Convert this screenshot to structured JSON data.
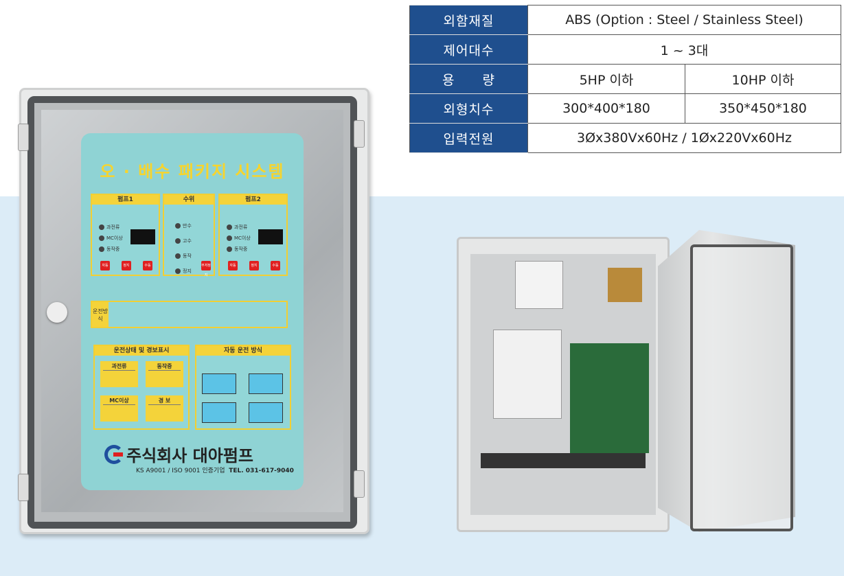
{
  "spec_table": {
    "rows": [
      {
        "label": "외함재질",
        "values": [
          "ABS (Option : Steel / Stainless Steel)"
        ]
      },
      {
        "label": "제어대수",
        "values": [
          "1 ~ 3대"
        ]
      },
      {
        "label": "용　　량",
        "values": [
          "5HP 이하",
          "10HP 이하"
        ]
      },
      {
        "label": "외형치수",
        "values": [
          "300*400*180",
          "350*450*180"
        ]
      },
      {
        "label": "입력전원",
        "values": [
          "3Øx380Vx60Hz / 1Øx220Vx60Hz"
        ]
      }
    ]
  },
  "panel": {
    "title": "오 · 배수 패키지 시스템",
    "pump1": "펌프1",
    "level": "수위",
    "pump2": "펌프2",
    "indicators": [
      "과전류",
      "MC이상",
      "동작중"
    ],
    "levels": [
      "만수",
      "고수",
      "동작",
      "정지"
    ],
    "buttons": [
      "자동",
      "정지",
      "수동"
    ],
    "reset": "부저정지",
    "operation": "운전방식",
    "status_title": "운전상태 및 경보표시",
    "status_boxes": [
      "과전류",
      "동작중",
      "MC이상",
      "경 보"
    ],
    "auto_title": "자동 운전 방식",
    "company": "주식회사 대아펌프",
    "cert": "KS A9001 / ISO 9001 인증기업",
    "tel": "TEL. 031-617-9040"
  },
  "colors": {
    "header": "#1f4f8e",
    "band": "#dcecf7",
    "label": "#8fd3d4",
    "accent": "#f4d33a"
  }
}
